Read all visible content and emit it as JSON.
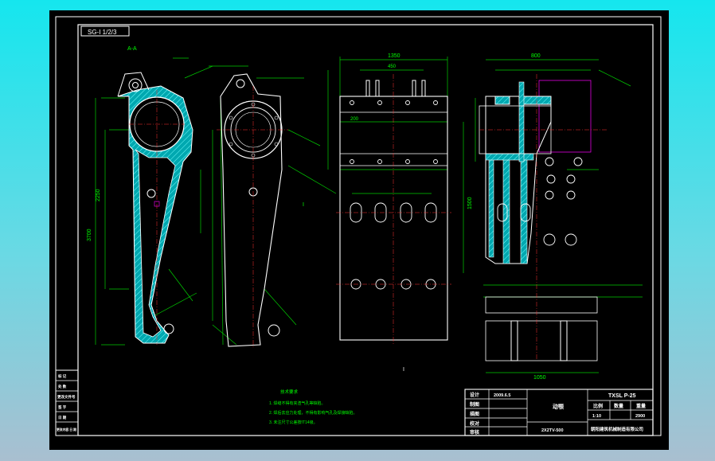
{
  "drawing": {
    "corner_tag": "SG-I 1/2/3",
    "section_label": "A-A",
    "view_marks": [
      "I",
      "I"
    ],
    "notes_title": "技术要求",
    "notes": [
      "1. 焊缝不得有夹渣气孔等缺陷。",
      "2. 焊后去应力处理，不得有影响气孔及焊接缺陷。",
      "3. 未注尺寸公差按IT14级。"
    ],
    "dims": {
      "top_overall": "1350",
      "top_mid": "450",
      "top_small": "200",
      "side_overall": "1500",
      "bottom_overall": "1050",
      "right_top": "800",
      "height_a": "2250",
      "height_b": "3700"
    }
  },
  "left_block": {
    "rows": [
      "标 记",
      "处 数",
      "更改文件号",
      "签 字",
      "日 期",
      "更改内容 日 期"
    ]
  },
  "title_block": {
    "design_label": "设计",
    "design_date": "2009.6.5",
    "draw_label": "制图",
    "check_label": "描图",
    "review_label": "校对",
    "approve_label": "审核",
    "part_name": "动颚",
    "drawing_no": "2X2TV-500",
    "model": "TXSL P-25",
    "scale_label": "比例",
    "qty_label": "数量",
    "weight_label": "重量",
    "scale_value": "1:10",
    "weight_value": "2900",
    "company": "朝阳建筑机械制造有限公司"
  }
}
